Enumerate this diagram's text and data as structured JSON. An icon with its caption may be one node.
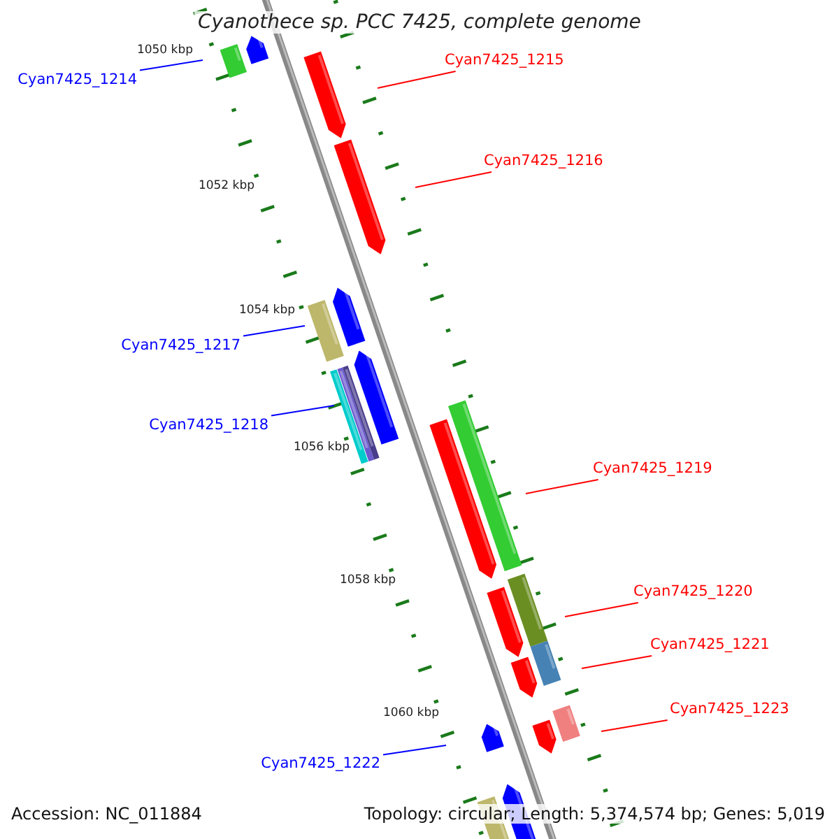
{
  "diagram": {
    "title": "Cyanothece sp. PCC 7425, complete genome",
    "nodes": [
      {
        "text": [
          "Cyan7425_1215"
        ]
      },
      {
        "text": [
          "Cyan7425_1214"
        ]
      },
      {
        "text": [
          "Cyan7425_1216"
        ]
      },
      {
        "text": [
          "Cyan7425_1217"
        ]
      },
      {
        "text": [
          "Cyan7425_1218"
        ]
      },
      {
        "text": [
          "Cyan7425_1219"
        ]
      },
      {
        "text": [
          "Cyan7425_1220"
        ]
      },
      {
        "text": [
          "Cyan7425_1221"
        ]
      },
      {
        "text": [
          "Cyan7425_1223"
        ]
      },
      {
        "text": [
          "Cyan7425_1222"
        ]
      }
    ],
    "edges": [
      {
        "from": 0,
        "to": null,
        "arrow": "none"
      },
      {
        "from": 1,
        "to": null,
        "arrow": "none",
        "color": "#0000ff"
      },
      {
        "from": 2,
        "to": null,
        "arrow": "none"
      },
      {
        "from": 3,
        "to": null,
        "arrow": "none",
        "color": "#0000ff"
      },
      {
        "from": 4,
        "to": null,
        "arrow": "none",
        "color": "#0000ff"
      },
      {
        "from": 5,
        "to": null,
        "arrow": "none"
      },
      {
        "from": 6,
        "to": null,
        "arrow": "none"
      },
      {
        "from": 7,
        "to": null,
        "arrow": "none"
      },
      {
        "from": 8,
        "to": null,
        "arrow": "none"
      },
      {
        "from": 9,
        "to": null,
        "arrow": "none",
        "color": "#0000ff"
      }
    ],
    "labels": [
      "1050 kbp",
      "1052 kbp",
      "1054 kbp",
      "1056 kbp",
      "1058 kbp",
      "1060 kbp",
      "Accession: NC_011884",
      "Topology: circular; Length: 5,374,574 bp; Genes: 5,019"
    ]
  }
}
